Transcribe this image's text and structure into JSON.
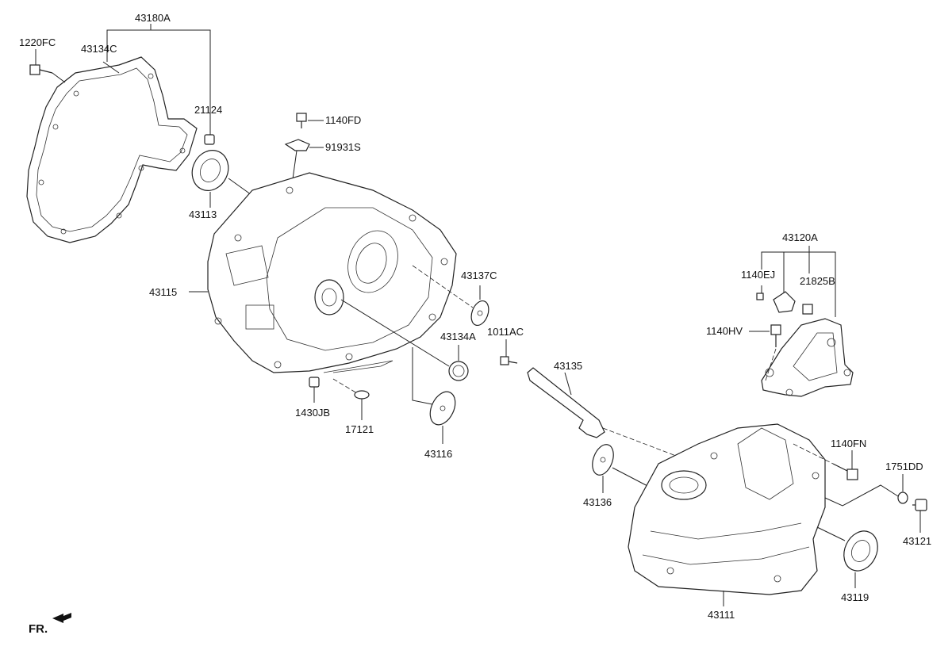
{
  "labels": {
    "p43180A": "43180A",
    "p1220FC": "1220FC",
    "p43134C": "43134C",
    "p21124": "21124",
    "p43113": "43113",
    "p1140FD": "1140FD",
    "p91931S": "91931S",
    "p43115": "43115",
    "p43137C": "43137C",
    "p43134A": "43134A",
    "p1011AC": "1011AC",
    "p43135": "43135",
    "p1430JB": "1430JB",
    "p17121": "17121",
    "p43116": "43116",
    "p43120A": "43120A",
    "p1140EJ": "1140EJ",
    "p21825B": "21825B",
    "p1140HV": "1140HV",
    "p1140FN": "1140FN",
    "p1751DD": "1751DD",
    "p43136": "43136",
    "p43121": "43121",
    "p43119": "43119",
    "p43111": "43111",
    "fr": "FR."
  }
}
